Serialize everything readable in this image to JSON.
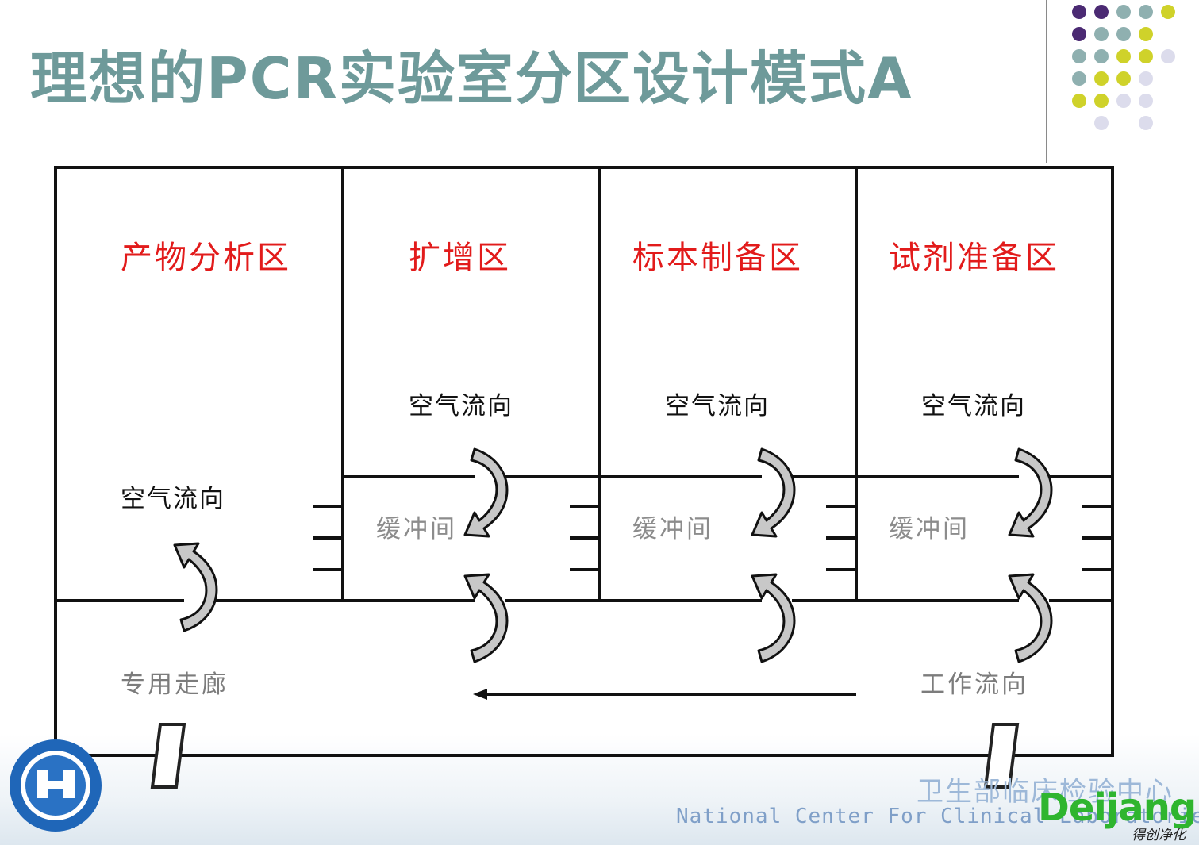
{
  "slide": {
    "title": "理想的PCR实验室分区设计模式A"
  },
  "zones": [
    {
      "name": "产物分析区"
    },
    {
      "name": "扩增区"
    },
    {
      "name": "标本制备区"
    },
    {
      "name": "试剂准备区"
    }
  ],
  "labels": {
    "air_flow": "空气流向",
    "buffer": "缓冲间",
    "corridor": "专用走廊",
    "work_flow": "工作流向"
  },
  "footer": {
    "org_cn": "卫生部临床检验中心",
    "org_en": "National Center For Clinical Laboratories",
    "brand": "Deijang",
    "brand_sub": "得创净化"
  },
  "colors": {
    "title": "#6e9a9a",
    "zone_title": "#e21b1b",
    "dot_purple": "#4b2a73",
    "dot_teal": "#8fb0b0",
    "dot_olive": "#cfd22a",
    "dot_lavender": "#dcdcec",
    "brand": "#2fb52f"
  },
  "icons": {
    "air_arrow": "curved-arrow-icon",
    "door": "door-icon",
    "vent": "vent-icon",
    "logo": "center-logo-icon"
  }
}
